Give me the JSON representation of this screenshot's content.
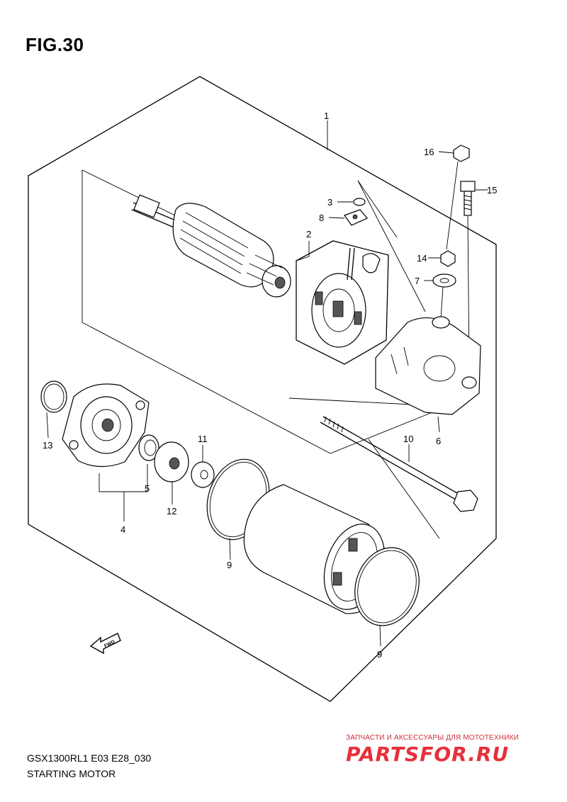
{
  "figure": {
    "title": "FIG.30"
  },
  "footer": {
    "model_code": "GSX1300RL1 E03 E28_030",
    "caption": "STARTING MOTOR"
  },
  "fwd_arrow": {
    "label": "FWD"
  },
  "watermark": {
    "tagline": "ЗАПЧАСТИ И АКСЕССУАРЫ ДЛЯ МОТОТЕХНИКИ",
    "logo": "PARTSFOR.RU"
  },
  "callouts": [
    {
      "id": "c1",
      "label": "1"
    },
    {
      "id": "c16",
      "label": "16"
    },
    {
      "id": "c15",
      "label": "15"
    },
    {
      "id": "c3",
      "label": "3"
    },
    {
      "id": "c8",
      "label": "8"
    },
    {
      "id": "c2",
      "label": "2"
    },
    {
      "id": "c14",
      "label": "14"
    },
    {
      "id": "c7",
      "label": "7"
    },
    {
      "id": "c13",
      "label": "13"
    },
    {
      "id": "c11",
      "label": "11"
    },
    {
      "id": "c10",
      "label": "10"
    },
    {
      "id": "c6",
      "label": "6"
    },
    {
      "id": "c5",
      "label": "5"
    },
    {
      "id": "c12",
      "label": "12"
    },
    {
      "id": "c4",
      "label": "4"
    },
    {
      "id": "c9a",
      "label": "9"
    },
    {
      "id": "c9b",
      "label": "9"
    }
  ]
}
